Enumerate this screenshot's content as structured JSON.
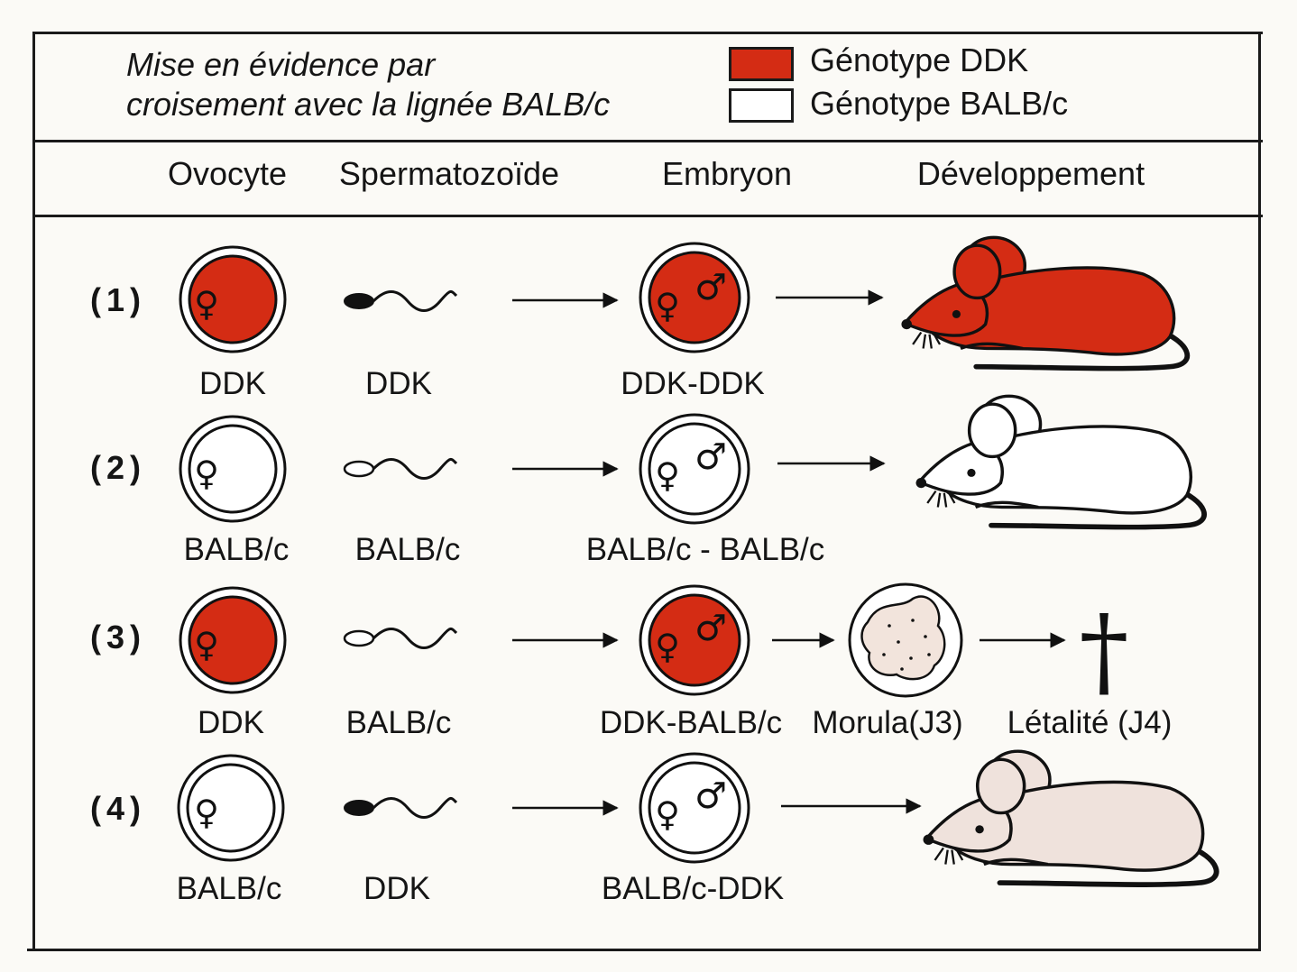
{
  "header": {
    "title_line1": "Mise en évidence par",
    "title_line2": "croisement avec la lignée BALB/c"
  },
  "legend": {
    "ddk_label": "Génotype DDK",
    "balbc_label": "Génotype BALB/c",
    "ddk_color": "#d42c14",
    "balbc_color": "#ffffff"
  },
  "columns": {
    "ovocyte": "Ovocyte",
    "spermatozoide": "Spermatozoïde",
    "embryon": "Embryon",
    "developpement": "Développement"
  },
  "rows": [
    {
      "number": "(1)",
      "ovocyte": "DDK",
      "sperm": "DDK",
      "embryon": "DDK-DDK"
    },
    {
      "number": "(2)",
      "ovocyte": "BALB/c",
      "sperm": "BALB/c",
      "embryon": "BALB/c - BALB/c"
    },
    {
      "number": "(3)",
      "ovocyte": "DDK",
      "sperm": "BALB/c",
      "embryon": "DDK-BALB/c",
      "morula": "Morula(J3)",
      "letalite": "Létalité (J4)"
    },
    {
      "number": "(4)",
      "ovocyte": "BALB/c",
      "sperm": "DDK",
      "embryon": "BALB/c-DDK"
    }
  ],
  "symbols": {
    "female": "♀",
    "male": "♂",
    "death": "†"
  }
}
